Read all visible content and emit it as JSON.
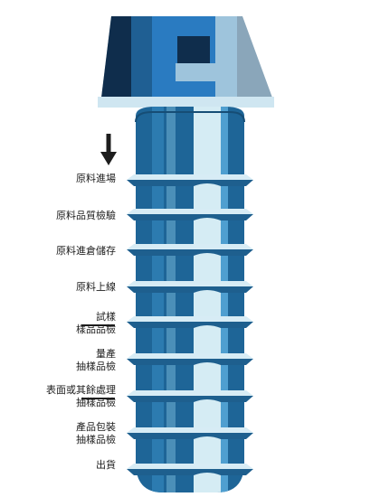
{
  "steps": [
    {
      "lines": [
        "原料進場"
      ]
    },
    {
      "lines": [
        "原料品質檢驗"
      ]
    },
    {
      "lines": [
        "原料進倉儲存"
      ]
    },
    {
      "lines": [
        "原料上線"
      ]
    },
    {
      "lines": [
        "試樣",
        "樣品品檢"
      ]
    },
    {
      "lines": [
        "量產",
        "抽樣品檢"
      ]
    },
    {
      "lines": [
        "表面或其餘處理",
        "抽樣品檢"
      ]
    },
    {
      "lines": [
        "產品包裝",
        "抽樣品檢"
      ]
    },
    {
      "lines": [
        "出貨"
      ]
    }
  ],
  "icons": {
    "direction": "down-arrow-icon",
    "object": "screw-icon"
  },
  "colors": {
    "text": "#1d1d1d",
    "head_dark": "#0f2d4c",
    "head_mid": "#1f5f93",
    "head_bright": "#2a7bc1",
    "head_light": "#9ec4dc",
    "head_gray": "#8aa6ba",
    "washer": "#cfe6f1",
    "shank": "#1e6597",
    "shank_light": "#d5ecf4",
    "thread_top": "#d7ecf5",
    "thread_bottom": "#1e5f8e"
  }
}
